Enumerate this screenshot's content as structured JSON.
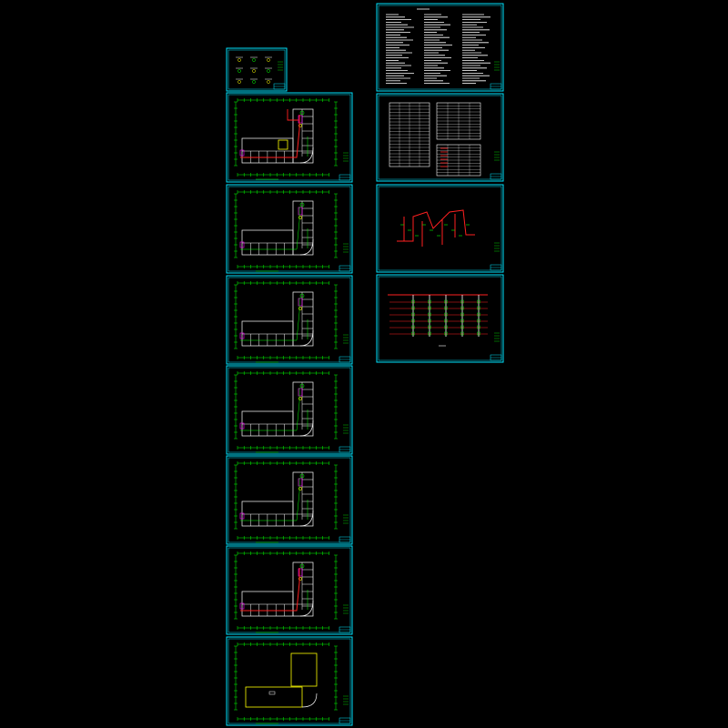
{
  "viewer": {
    "background": "#000000"
  },
  "colors": {
    "frame": "#00e5ff",
    "grid": "#00ff00",
    "wall": "#ffffff",
    "pipe": "#ff2020",
    "accent": "#ff00ff",
    "highlight": "#ffff00"
  },
  "sheets": [
    {
      "kind": "detail"
    },
    {
      "kind": "floor-plan"
    },
    {
      "kind": "floor-plan"
    },
    {
      "kind": "floor-plan"
    },
    {
      "kind": "floor-plan"
    },
    {
      "kind": "floor-plan"
    },
    {
      "kind": "floor-plan"
    },
    {
      "kind": "roof-plan"
    },
    {
      "kind": "notes"
    },
    {
      "kind": "tables"
    },
    {
      "kind": "isometric"
    },
    {
      "kind": "riser"
    }
  ]
}
